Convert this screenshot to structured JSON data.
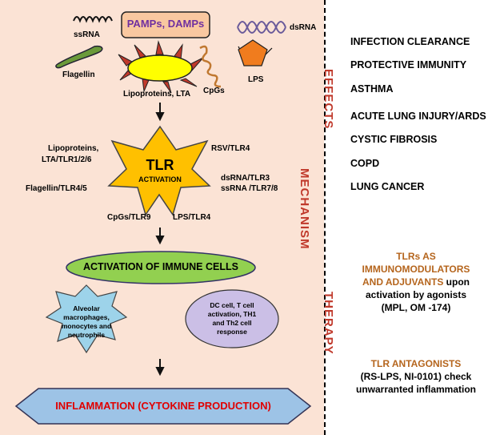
{
  "pamps_damps": "PAMPs, DAMPs",
  "ligands": {
    "ssrna": "ssRNA",
    "dsrna": "dsRNA",
    "flagellin": "Flagellin",
    "lipoproteins": "Lipoproteins, LTA",
    "cpgs": "CpGs",
    "lps": "LPS"
  },
  "tlr": {
    "title": "TLR",
    "subtitle": "ACTIVATION",
    "lipoproteins_line1": "Lipoproteins,",
    "lipoproteins_line2": "LTA/TLR1/2/6",
    "flagellin": "Flagellin/TLR4/5",
    "cpgs": "CpGs/TLR9",
    "lps": "LPS/TLR4",
    "rsv": "RSV/TLR4",
    "dsrna": "dsRNA/TLR3",
    "ssrna": "ssRNA /TLR7/8"
  },
  "immune_cells": "ACTIVATION OF IMMUNE CELLS",
  "alveolar": {
    "line1": "Alveolar",
    "line2": "macrophages,",
    "line3": "monocytes and",
    "line4": "neutrophils"
  },
  "dc_cell": {
    "line1": "DC cell, T cell",
    "line2": "activation, TH1",
    "line3": "and Th2 cell",
    "line4": "response"
  },
  "inflammation": "INFLAMMATION (CYTOKINE PRODUCTION)",
  "section_labels": {
    "effects": "EFFECTS",
    "mechanism": "MECHANISM",
    "therapy": "THERAPY"
  },
  "effects": [
    "INFECTION CLEARANCE",
    "PROTECTIVE IMMUNITY",
    "ASTHMA",
    "ACUTE LUNG INJURY/ARDS",
    "CYSTIC FIBROSIS",
    "COPD",
    "LUNG CANCER"
  ],
  "therapy1": {
    "line1": "TLRs AS",
    "line2": "IMMUNOMODULATORS",
    "line3": "AND ADJUVANTS",
    "line3_tail": " upon",
    "line4": "activation by agonists",
    "line5": "(MPL, OM -174)"
  },
  "therapy2": {
    "line1": "TLR ANTAGONISTS",
    "line2": "(RS-LPS, NI-0101) check",
    "line3": "unwarranted inflammation"
  },
  "colors": {
    "background": "#fbe3d5",
    "pamps_box": "#f9c8a0",
    "pamps_text": "#7030a0",
    "star": "#ffc000",
    "immune_ellipse": "#92d050",
    "alveolar_star": "#9dd3ea",
    "dc_ellipse": "#cbbfe6",
    "inflammation": "#9dc3e6",
    "inflammation_text": "#e00000",
    "section_label": "#c0392b",
    "therapy_title": "#b5651d",
    "lps_pentagon": "#f07c1e",
    "flagellin": "#6b9a3a",
    "cpgs": "#c07830",
    "dsrna": "#6a5a9a"
  }
}
